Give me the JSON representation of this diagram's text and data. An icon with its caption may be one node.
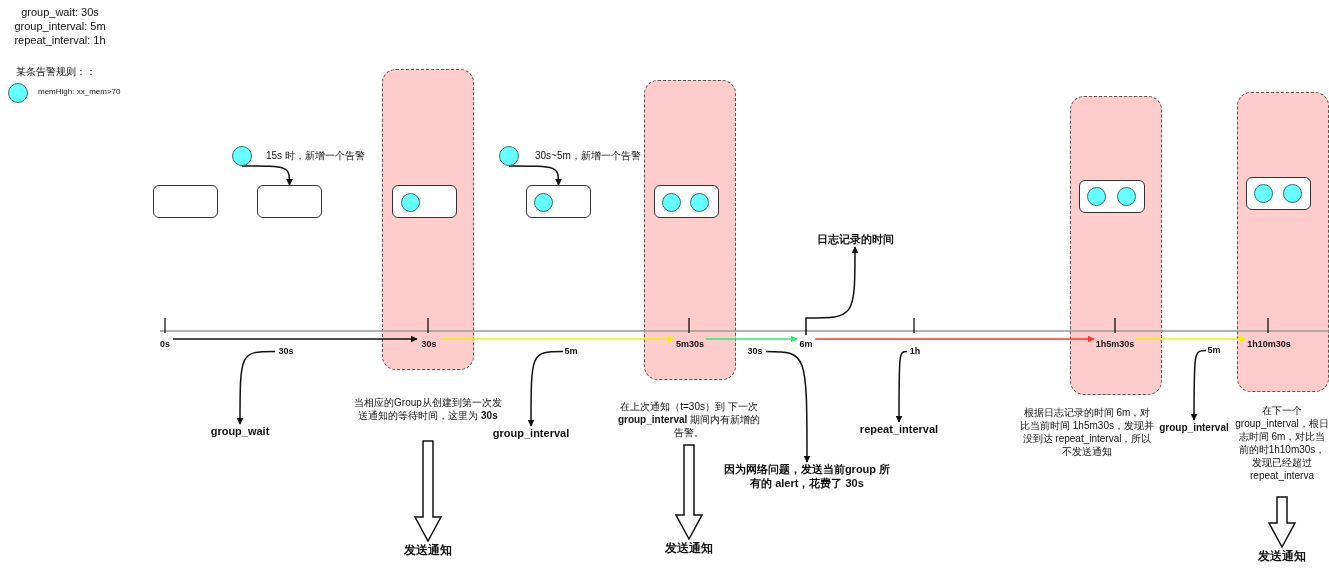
{
  "diagram": {
    "nodes": [
      {
        "text": [],
        "shape": "circle",
        "beside": [
          "memHigh: xx_mem>70"
        ]
      },
      {
        "text": [],
        "shape": "box"
      },
      {
        "text": [],
        "shape": "circle",
        "beside": [
          "15s 时，新增一个告警"
        ]
      },
      {
        "text": [],
        "shape": "box"
      },
      {
        "text": [],
        "shape": "box"
      },
      {
        "text": [],
        "shape": "box",
        "in": 4
      },
      {
        "text": [],
        "shape": "circle",
        "in": 5
      },
      {
        "text": [],
        "shape": "circle",
        "beside": [
          "30s~5m，新增一个告警"
        ]
      },
      {
        "text": [],
        "shape": "box"
      },
      {
        "text": [],
        "shape": "circle",
        "in": 8
      },
      {
        "text": [],
        "shape": "box"
      },
      {
        "text": [],
        "shape": "box",
        "in": 10
      },
      {
        "text": [],
        "shape": "circle",
        "in": 11
      },
      {
        "text": [],
        "shape": "circle",
        "in": 11
      },
      {
        "text": [],
        "shape": "box"
      },
      {
        "text": [],
        "shape": "box",
        "in": 14
      },
      {
        "text": [],
        "shape": "circle",
        "in": 15
      },
      {
        "text": [],
        "shape": "circle",
        "in": 15
      },
      {
        "text": [],
        "shape": "box"
      },
      {
        "text": [],
        "shape": "box",
        "in": 18
      },
      {
        "text": [],
        "shape": "circle",
        "in": 19
      },
      {
        "text": [],
        "shape": "circle",
        "in": 19
      },
      {
        "text": [
          "0s"
        ]
      },
      {
        "text": [
          "30s"
        ],
        "in": 4
      },
      {
        "text": [
          "5m30s"
        ],
        "in": 10
      },
      {
        "text": [
          "6m"
        ]
      },
      {
        "text": [
          "1h"
        ]
      },
      {
        "text": [
          "1h5m30s"
        ],
        "in": 14
      },
      {
        "text": [
          "1h10m30s"
        ],
        "in": 18
      },
      {
        "text": [
          "30s"
        ]
      },
      {
        "text": [
          "group_wait"
        ]
      },
      {
        "text": [
          "5m"
        ]
      },
      {
        "text": [
          "group_interval"
        ]
      },
      {
        "text": [
          "30s"
        ]
      },
      {
        "text": [
          "因为网络问题，发送当前group 所有的 alert，花费了 30s"
        ]
      },
      {
        "text": [
          "日志记录的时间"
        ]
      },
      {
        "text": [
          "repeat_interval"
        ]
      },
      {
        "text": [
          "5m"
        ]
      },
      {
        "text": [
          "group_interval"
        ]
      },
      {
        "text": [
          "当相应的Group从创建到第一次发送通知的等待时间，这里为 **30s**"
        ]
      },
      {
        "text": [
          "在上次通知（t=30s）到 下一次 **group_interval** 期间内有新增的告警。"
        ]
      },
      {
        "text": [
          "根据日志记录的时间 6m，对比当前时间 1h5m30s，发现并没到达 repeat_interval，所以不发送通知"
        ]
      },
      {
        "text": [
          "在下一个 group_interval，根日志时间 6m，对比当前的时1h10m30s，发现已经超过 repeat_interva"
        ]
      },
      {
        "text": [
          "发送通知"
        ]
      },
      {
        "text": [
          "发送通知"
        ]
      },
      {
        "text": [
          "发送通知"
        ]
      }
    ],
    "edges": [
      {
        "from": 2,
        "to": 3,
        "arrow": "to"
      },
      {
        "from": 7,
        "to": 8,
        "arrow": "to"
      },
      {
        "from": 22,
        "to": 23,
        "arrow": "to"
      },
      {
        "from": 23,
        "to": 24,
        "arrow": "to",
        "color": "#f2f200"
      },
      {
        "from": 24,
        "to": 25,
        "arrow": "to",
        "color": "#22ee77"
      },
      {
        "from": 25,
        "to": 27,
        "arrow": "to",
        "color": "#ff3333"
      },
      {
        "from": 27,
        "to": 28,
        "arrow": "to",
        "color": "#f2f200"
      },
      {
        "from": 29,
        "to": 30,
        "arrow": "to"
      },
      {
        "from": 31,
        "to": 32,
        "arrow": "to"
      },
      {
        "from": 33,
        "to": 34,
        "arrow": "to"
      },
      {
        "from": 25,
        "to": 35,
        "arrow": "to"
      },
      {
        "from": 26,
        "to": 36,
        "arrow": "to"
      },
      {
        "from": 37,
        "to": 38,
        "arrow": "to"
      },
      {
        "from": 39,
        "to": 43,
        "arrow": "to",
        "style": "thick"
      },
      {
        "from": 40,
        "to": 44,
        "arrow": "to",
        "style": "thick"
      },
      {
        "from": 42,
        "to": 45,
        "arrow": "to",
        "style": "thick"
      }
    ],
    "labels": [
      "group_wait: 30s",
      "group_interval: 5m",
      "repeat_interval: 1h",
      "某条告警规则：："
    ]
  }
}
